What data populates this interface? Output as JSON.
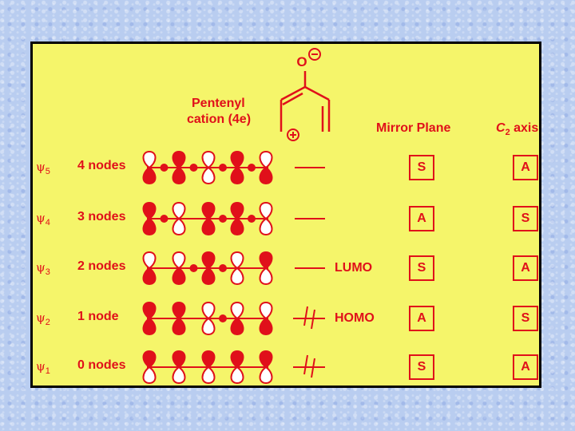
{
  "title": {
    "line1": "Pentenyl",
    "line2": "cation (4e)"
  },
  "structure": {
    "oxygen": "O",
    "minus": "−",
    "plus": "+"
  },
  "headers": {
    "mirror": "Mirror Plane",
    "c2_letter": "C",
    "c2_sub": "2",
    "c2_rest": " axis"
  },
  "rows": [
    {
      "psi": "ψ",
      "index": "5",
      "nodes": "4 nodes",
      "level": "",
      "mirror": "S",
      "c2": "A",
      "lobes": [
        [
          0,
          1
        ],
        [
          1,
          1
        ],
        [
          0,
          0
        ],
        [
          1,
          1
        ],
        [
          0,
          1
        ]
      ],
      "node_dots": [
        0,
        1,
        2,
        3
      ],
      "electrons": 0
    },
    {
      "psi": "ψ",
      "index": "4",
      "nodes": "3 nodes",
      "level": "",
      "mirror": "A",
      "c2": "S",
      "lobes": [
        [
          1,
          1
        ],
        [
          0,
          0
        ],
        [
          1,
          1
        ],
        [
          1,
          1
        ],
        [
          0,
          0
        ]
      ],
      "node_dots": [
        0,
        2,
        3
      ],
      "electrons": 0
    },
    {
      "psi": "ψ",
      "index": "3",
      "nodes": "2 nodes",
      "level": "LUMO",
      "mirror": "S",
      "c2": "A",
      "lobes": [
        [
          0,
          1
        ],
        [
          0,
          1
        ],
        [
          1,
          1
        ],
        [
          0,
          0
        ],
        [
          1,
          0
        ]
      ],
      "node_dots": [
        1,
        2
      ],
      "electrons": 0
    },
    {
      "psi": "ψ",
      "index": "2",
      "nodes": "1 node",
      "level": "HOMO",
      "mirror": "A",
      "c2": "S",
      "lobes": [
        [
          1,
          1
        ],
        [
          1,
          1
        ],
        [
          0,
          0
        ],
        [
          0,
          1
        ],
        [
          0,
          1
        ]
      ],
      "node_dots": [
        2
      ],
      "electrons": 2
    },
    {
      "psi": "ψ",
      "index": "1",
      "nodes": "0 nodes",
      "level": "",
      "mirror": "S",
      "c2": "A",
      "lobes": [
        [
          1,
          0
        ],
        [
          1,
          0
        ],
        [
          1,
          0
        ],
        [
          1,
          0
        ],
        [
          1,
          0
        ]
      ],
      "node_dots": [],
      "electrons": 2
    }
  ],
  "colors": {
    "background": "#b9cdf0",
    "panel": "#f5f56a",
    "accent": "#e0101a",
    "border": "#000000"
  }
}
